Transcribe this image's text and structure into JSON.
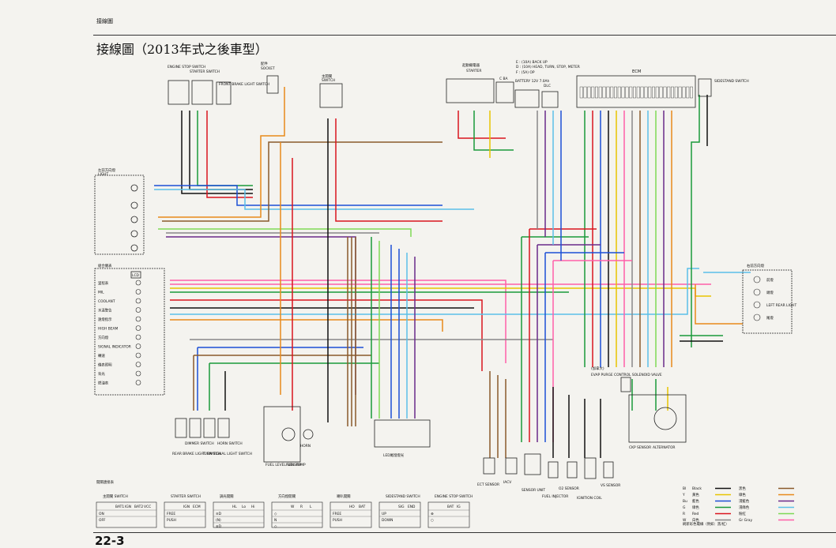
{
  "header": {
    "small": "接線圖",
    "title": "接線圖（2013年式之後車型）"
  },
  "page_number": "22-3",
  "components": {
    "engine_stop_switch": "ENGINE STOP SWITCH",
    "starter_switch": "STARTER SWITCH",
    "front_brake_light_switch": "FRONT BRAKE LIGHT SWITCH",
    "socket": "SOCKET",
    "socket_cn": "配件",
    "main_switch": "主開關",
    "main_switch_en": "SWITCH",
    "starter_relay": "STARTER",
    "starter_relay_cn": "起動繼電器",
    "battery": "BATTERY 12V 7.0Ah",
    "fuse_main": "C BA",
    "dlc": "DLC",
    "ecm": "ECM",
    "fuse_notes": [
      "E : (10A) BACK UP",
      "D : (10A) HEAD, TURN, STOP, METER",
      "F : (5A) OP"
    ],
    "sidestand_switch": "SIDESTAND SWITCH",
    "left_light_group": "左前方向燈",
    "left_light_en": "LIGHT",
    "meter": "組合儀表",
    "lcd": "LCD",
    "meter_items": [
      "里程表",
      "MIL",
      "COOLANT",
      "水溫警告",
      "遠燈指示",
      "HIGH BEAM",
      "方向燈",
      "SIGNAL INDICATOR",
      "轉速",
      "儀表照明",
      "背光",
      "燃油表"
    ],
    "right_light_group": "右前方向燈",
    "right_items": [
      "前燈",
      "頭燈",
      "LEFT REAR LIGHT",
      "尾燈"
    ],
    "bottom_left": [
      "DIMMER SWITCH",
      "HORN SWITCH",
      "REAR BRAKE LIGHT SWITCH",
      "TURN SIGNAL LIGHT SWITCH"
    ],
    "fuel_level_sensor": "FUEL LEVEL SENSOR",
    "fuel_pump": "FUEL PUMP",
    "horn": "HORN",
    "led_tail": "LED尾燈燈光",
    "evap": "EVAP PURGE CONTROL SOLENOID VALVE",
    "evap_cn": "(加拿大)",
    "ckp": "CKP SENSOR",
    "alternator": "ALTERNATOR",
    "ect": "ECT SENSOR",
    "iacv": "IACV",
    "sensor_unit": "SENSOR UNIT",
    "fuel_injector": "FUEL INJECTOR",
    "o2": "O2 SENSOR",
    "ignition_coil": "IGNITION COIL",
    "vs_sensor": "VS SENSOR"
  },
  "switch_tables": {
    "caption": "開關連接表",
    "tables": [
      {
        "title": "主開關 SWITCH",
        "cols": [
          "BAT1",
          "IGN",
          "BAT2",
          "VCC"
        ],
        "rows": [
          "ON",
          "OFF"
        ]
      },
      {
        "title": "STARTER SWITCH",
        "cols": [
          "IGN",
          "ECM"
        ],
        "rows": [
          "FREE",
          "PUSH"
        ]
      },
      {
        "title": "調光開關",
        "cols": [
          "HL",
          "Lo",
          "Hi"
        ],
        "rows": [
          "≡D",
          "(N)",
          "≡D"
        ]
      },
      {
        "title": "方向燈開關",
        "cols": [
          "W",
          "R",
          "L"
        ],
        "rows": [
          "◇",
          "N",
          "◇"
        ]
      },
      {
        "title": "喇叭開關",
        "cols": [
          "HO",
          "BAT"
        ],
        "rows": [
          "FREE",
          "PUSH"
        ]
      },
      {
        "title": "SIDESTAND SWITCH",
        "cols": [
          "SIG",
          "END"
        ],
        "rows": [
          "UP",
          "DOWN"
        ]
      },
      {
        "title": "ENGINE STOP SWITCH",
        "cols": [
          "BAT",
          "IG"
        ],
        "rows": [
          "⊗",
          "○"
        ]
      }
    ]
  },
  "legend": {
    "items": [
      {
        "code": "Bl",
        "name": "Black",
        "cn": "黑色",
        "color": "#111111"
      },
      {
        "code": "Y",
        "name": "黃色",
        "cn": "綠色",
        "color": "#e8c400"
      },
      {
        "code": "Bu",
        "name": "藍色",
        "cn": "淺藍色",
        "color": "#1c4fd6"
      },
      {
        "code": "G",
        "name": "綠色",
        "cn": "淺綠色",
        "color": "#1a9a3a"
      },
      {
        "code": "R",
        "name": "Red",
        "cn": "粉紅",
        "color": "#d9141e"
      },
      {
        "code": "W",
        "name": "白色",
        "cn": "Gr Gray",
        "color": "#888888"
      }
    ],
    "note": "刷新彩色電線（例如：黑/紅）",
    "right_colors": [
      "#8a5a2b",
      "#e88a1a",
      "#6a2a8a",
      "#5bc0e8",
      "#7ed957",
      "#ff5fa8",
      "#888888"
    ]
  }
}
